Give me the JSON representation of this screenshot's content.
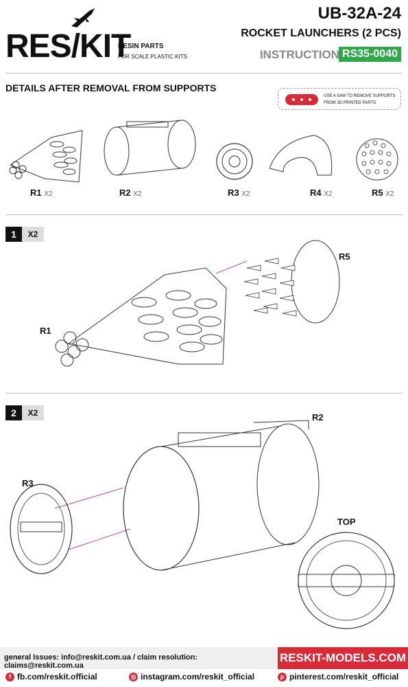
{
  "header": {
    "logo_text": "RES/KIT",
    "resin_label": "RESIN PARTS",
    "for_kits_label": "FOR SCALE PLASTIC KITS",
    "title": "UB-32A-24",
    "subtitle": "ROCKET LAUNCHERS (2 PCS)",
    "instruction_label": "INSTRUCTION",
    "code": "RS35-0040"
  },
  "details": {
    "title": "DETAILS AFTER REMOVAL FROM SUPPORTS",
    "note": "USE A SAW TO REMOVE SUPPORTS FROM 3D PRINTED PARTS",
    "parts": [
      {
        "name": "R1",
        "qty": "X2"
      },
      {
        "name": "R2",
        "qty": "X2"
      },
      {
        "name": "R3",
        "qty": "X2"
      },
      {
        "name": "R4",
        "qty": "X2"
      },
      {
        "name": "R5",
        "qty": "X2"
      }
    ]
  },
  "steps": [
    {
      "number": "1",
      "qty": "X2",
      "labels": [
        "R1",
        "R5"
      ]
    },
    {
      "number": "2",
      "qty": "X2",
      "labels": [
        "R2",
        "R3",
        "TOP"
      ]
    }
  ],
  "footer": {
    "contacts": "general Issues: info@reskit.com.ua / claim resolution: claims@reskit.com.ua",
    "website": "RESKIT-MODELS.COM",
    "facebook": "fb.com/reskit.official",
    "instagram": "instagram.com/reskit_official",
    "pinterest": "pinterest.com/reskit_official",
    "fb_icon": "f",
    "ig_icon": "◎",
    "pin_icon": "p"
  },
  "colors": {
    "accent": "#d92a3a",
    "code_bg": "#2fa84a"
  }
}
